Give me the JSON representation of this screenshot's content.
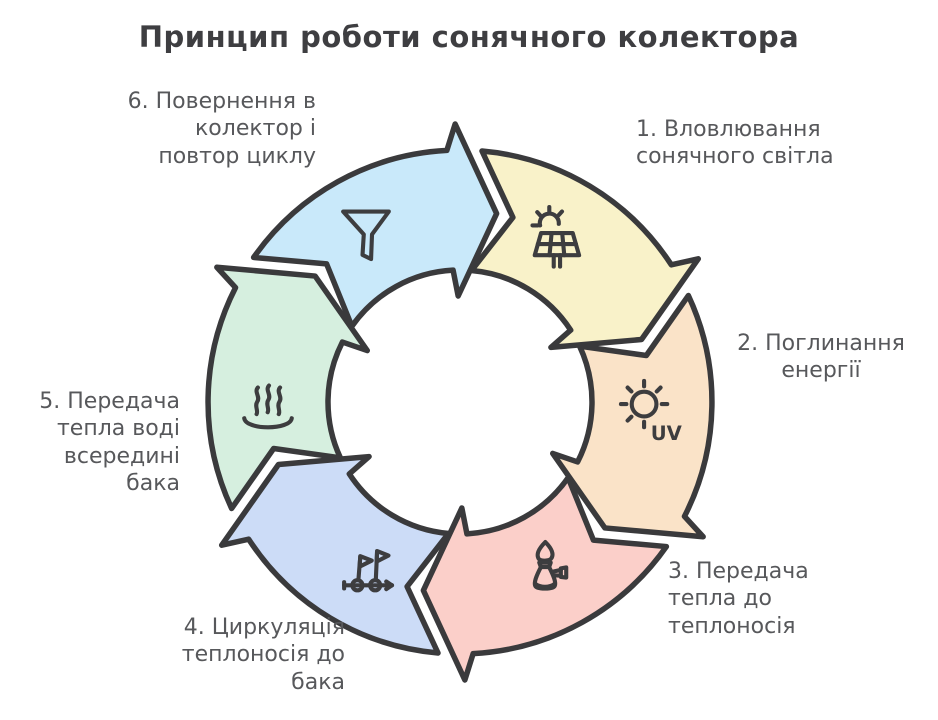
{
  "title": "Принцип роботи сонячного колектора",
  "steps": [
    {
      "label": "1. Вловлювання\nсонячного світла",
      "color": "#f9f2c9",
      "icon": "solar-panel-icon"
    },
    {
      "label": "2. Поглинання\nенергії",
      "color": "#fae3c8",
      "icon": "sun-uv-icon",
      "uv_text": "UV"
    },
    {
      "label": "3. Передача\nтепла до\nтеплоносія",
      "color": "#fbcfc9",
      "icon": "burner-icon"
    },
    {
      "label": "4. Циркуляція\nтеплоносія до\nбака",
      "color": "#ccdcf7",
      "icon": "milestone-flags-icon"
    },
    {
      "label": "5. Передача\nтепла воді\nвсередині\nбака",
      "color": "#d6efdf",
      "icon": "steam-icon"
    },
    {
      "label": "6. Повернення в\nколектор і\nповтор циклу",
      "color": "#c9e9fa",
      "icon": "funnel-icon"
    }
  ],
  "colors": {
    "outline": "#3a3a3c",
    "title_text": "#3e3e41",
    "label_text": "#57585b",
    "background": "#ffffff"
  }
}
